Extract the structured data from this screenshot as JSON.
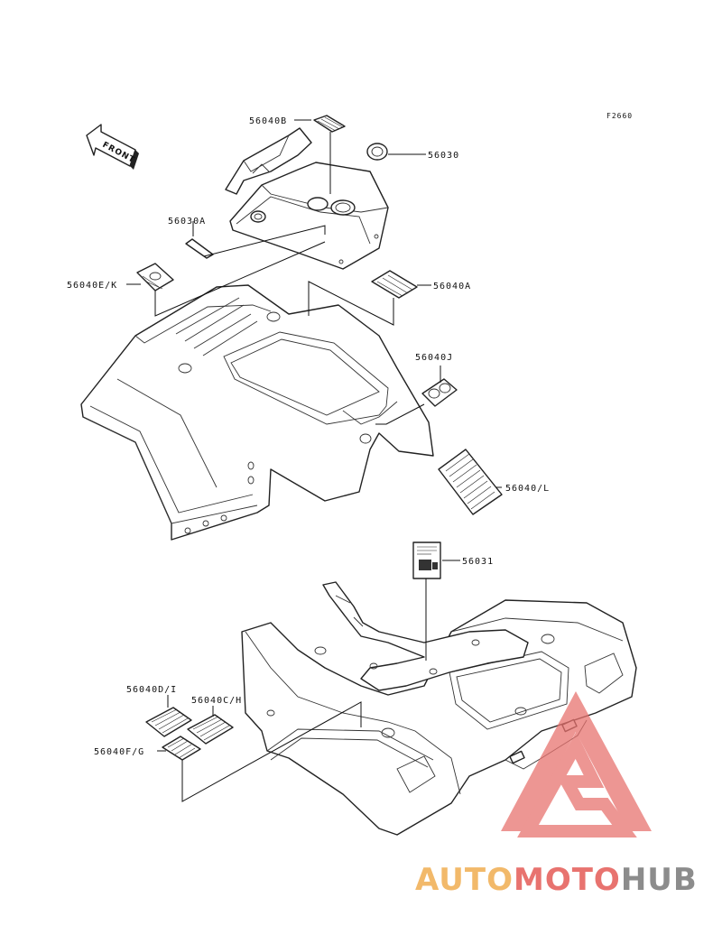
{
  "diagram": {
    "ref_code": "F2660",
    "front_label": "FRONT",
    "parts": [
      {
        "id": "p56040B",
        "label": "56040B"
      },
      {
        "id": "p56030",
        "label": "56030"
      },
      {
        "id": "p56030A",
        "label": "56030A"
      },
      {
        "id": "p56040EK",
        "label": "56040E/K"
      },
      {
        "id": "p56040A",
        "label": "56040A"
      },
      {
        "id": "p56040J",
        "label": "56040J"
      },
      {
        "id": "p56040L",
        "label": "56040/L"
      },
      {
        "id": "p56031",
        "label": "56031"
      },
      {
        "id": "p56040DI",
        "label": "56040D/I"
      },
      {
        "id": "p56040CH",
        "label": "56040C/H"
      },
      {
        "id": "p56040FG",
        "label": "56040F/G"
      }
    ]
  },
  "watermark": {
    "part1": "AUTO",
    "part2": "MOTO",
    "part3": "HUB",
    "colors": {
      "orange": "#f2b96a",
      "red": "#e8736f",
      "gray": "#8c8c8c"
    }
  }
}
